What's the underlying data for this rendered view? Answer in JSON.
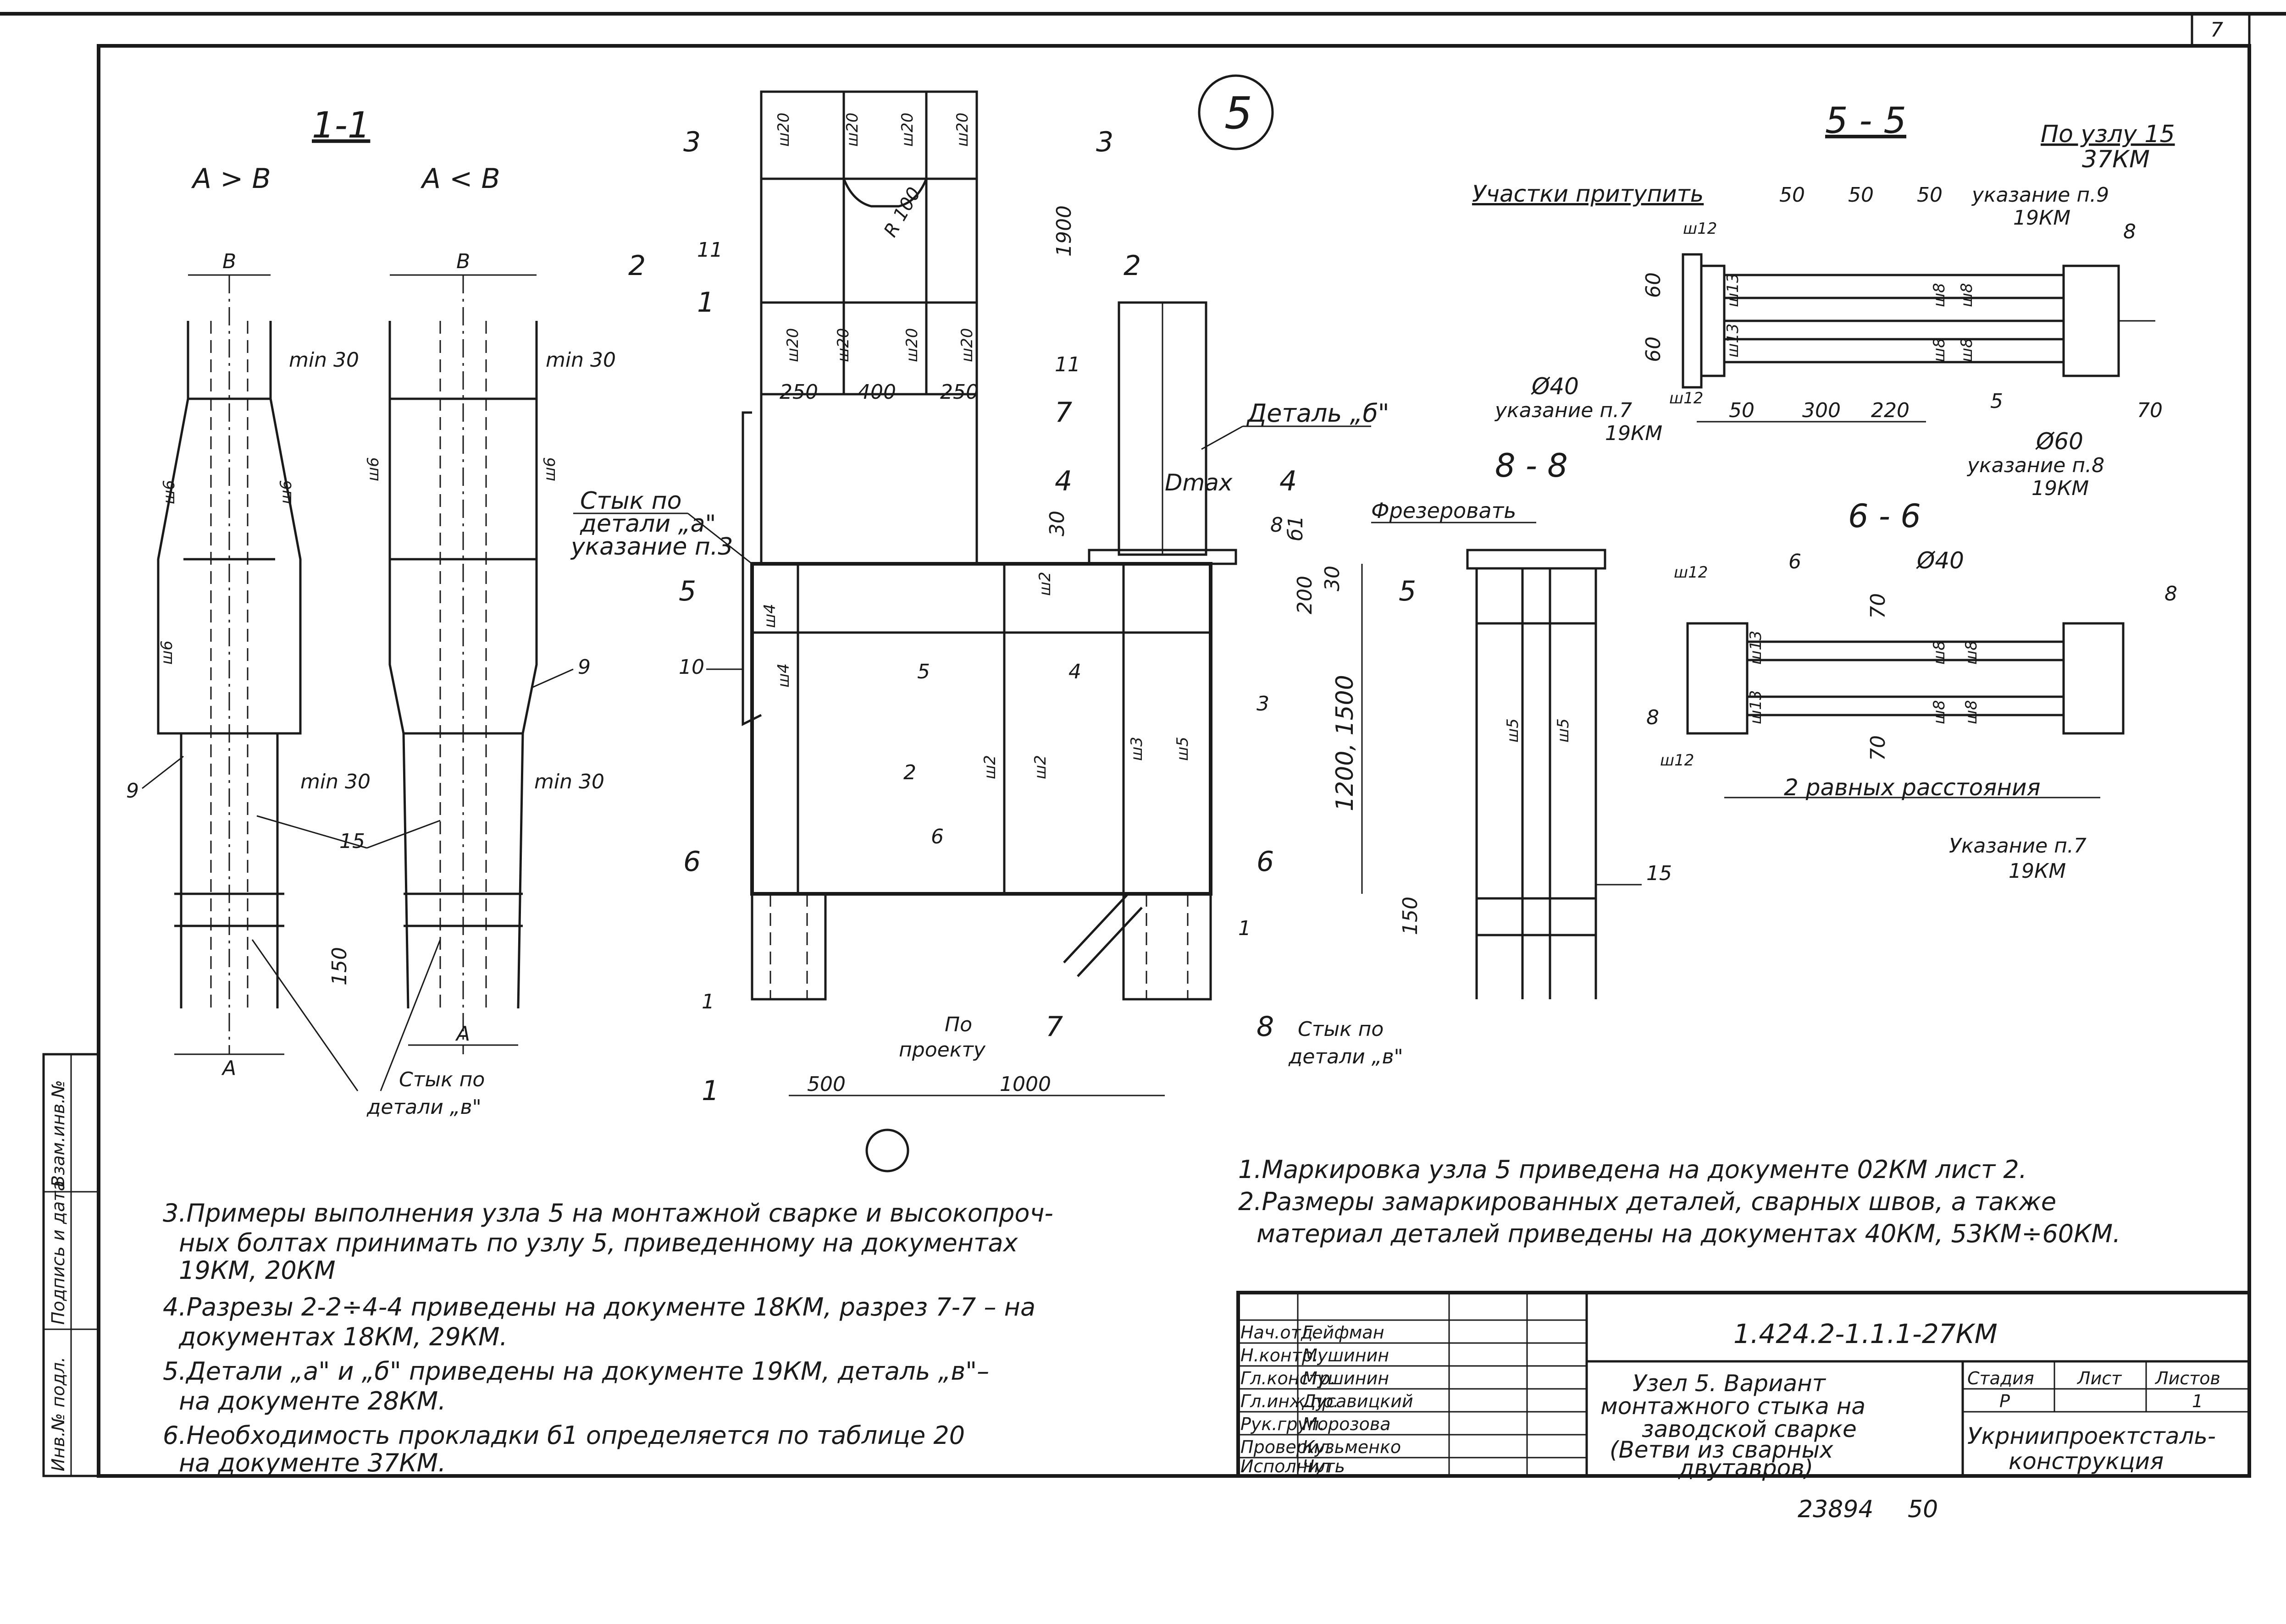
{
  "node_number": "5",
  "page_corner": "7",
  "section_1_1": {
    "title": "1-1",
    "case_left": "A > B",
    "case_right": "A < B",
    "dim_b": "B",
    "dim_a": "A",
    "min30": "min 30",
    "weld_w6": "ш6",
    "dim_150": "150",
    "callout_9": "9",
    "callout_15": "15",
    "joint_label_1": "Стык по",
    "joint_label_2": "детали „в\""
  },
  "elevation": {
    "cut_3": "3",
    "cut_2": "2",
    "cut_1": "1",
    "cut_5": "5",
    "cut_6": "6",
    "cut_4": "4",
    "cut_7": "7",
    "cut_8": "8",
    "callout_11": "11",
    "dim_1900": "1900",
    "dim_250": "250",
    "dim_400": "400",
    "dim_r100": "R 100",
    "weld_w20": "ш20",
    "weld_w2": "ш2",
    "weld_w3": "ш3",
    "weld_w4": "ш4",
    "weld_w5": "ш5",
    "detail_b": "Деталь „б\"",
    "dmax": "Dmax",
    "dim_8": "8",
    "dim_b1": "б1",
    "dim_30": "30",
    "dim_200": "200",
    "dim_1200_1500": "1200, 1500",
    "joint_a_1": "Стык по",
    "joint_a_2": "детали „а\"",
    "joint_a_3": "указание п.3",
    "callout_10": "10",
    "callout_2": "2",
    "callout_4": "4",
    "callout_5": "5",
    "callout_6": "6",
    "callout_3": "3",
    "callout_1": "1",
    "by_project_1": "По",
    "by_project_2": "проекту",
    "dim_500": "500",
    "dim_1000": "1000",
    "joint_v_1": "Стык по",
    "joint_v_2": "детали „в\"",
    "mill": "Фрезеровать"
  },
  "section_5_5": {
    "title": "5 - 5",
    "by_node_1": "По узлу 15",
    "by_node_2": "37КМ",
    "blunt": "Участки притупить",
    "d50": "50",
    "instr9_1": "указание п.9",
    "instr9_2": "19КМ",
    "w12": "ш12",
    "w13": "ш13",
    "w8": "ш8",
    "d60": "60",
    "d300": "300",
    "d220": "220",
    "d70": "70",
    "phi40": "Ø40",
    "instr7_1": "указание п.7",
    "instr7_2": "19КМ",
    "phi60": "Ø60",
    "instr8_1": "указание п.8",
    "instr8_2": "19КМ",
    "c5": "5",
    "c8": "8"
  },
  "section_8_8": {
    "title": "8 - 8",
    "weld_w5": "ш5",
    "dim_150": "150",
    "callout_15": "15"
  },
  "section_6_6": {
    "title": "6 - 6",
    "w12": "ш12",
    "c6": "6",
    "phi40": "Ø40",
    "d70": "70",
    "w13": "ш13",
    "w8": "ш8",
    "c8": "8",
    "equal": "2 равных расстояния",
    "instr7_1": "Указание п.7",
    "instr7_2": "19КМ"
  },
  "notes_left": [
    "3.Примеры выполнения узла 5 на монтажной сварке и высокопроч-",
    "ных болтах принимать по узлу 5, приведенному на документах",
    "19КМ, 20КМ",
    "4.Разрезы 2-2÷4-4 приведены на документе 18КМ, разрез 7-7 – на",
    "документах 18КМ, 29КМ.",
    "5.Детали „а\" и „б\" приведены на документе 19КМ, деталь „в\"–",
    "на документе 28КМ.",
    "6.Необходимость прокладки б1 определяется по таблице 20",
    "на документе 37КМ."
  ],
  "notes_right": [
    "1.Маркировка узла 5 приведена на документе 02КМ лист 2.",
    "2.Размеры замаркированных деталей, сварных швов, а также",
    "материал деталей приведены на документах 40КМ, 53КМ÷60КМ."
  ],
  "side_stamp": [
    "Инв.№ подл.",
    "Подпись и дата",
    "Взам.инв.№"
  ],
  "title_block": {
    "doc_code": "1.424.2-1.1.1-27КМ",
    "roles": [
      {
        "role": "Нач.отд.",
        "name": "Гейфман"
      },
      {
        "role": "Н.контр.",
        "name": "Мушинин"
      },
      {
        "role": "Гл.констр.",
        "name": "Мушинин"
      },
      {
        "role": "Гл.инж.пр.",
        "name": "Дусавицкий"
      },
      {
        "role": "Рук.груп.",
        "name": "Морозова"
      },
      {
        "role": "Проверил",
        "name": "Кузьменко"
      },
      {
        "role": "Исполнил",
        "name": "Чуть"
      }
    ],
    "description": [
      "Узел 5. Вариант",
      "монтажного стыка на",
      "заводской сварке",
      "(Ветви из сварных",
      "двутавров)"
    ],
    "stage_label": "Стадия",
    "sheet_label": "Лист",
    "sheets_label": "Листов",
    "stage": "Р",
    "sheets": "1",
    "org": [
      "Укрниипроектсталь-",
      "конструкция"
    ],
    "order_number": "23894",
    "format_number": "50"
  }
}
